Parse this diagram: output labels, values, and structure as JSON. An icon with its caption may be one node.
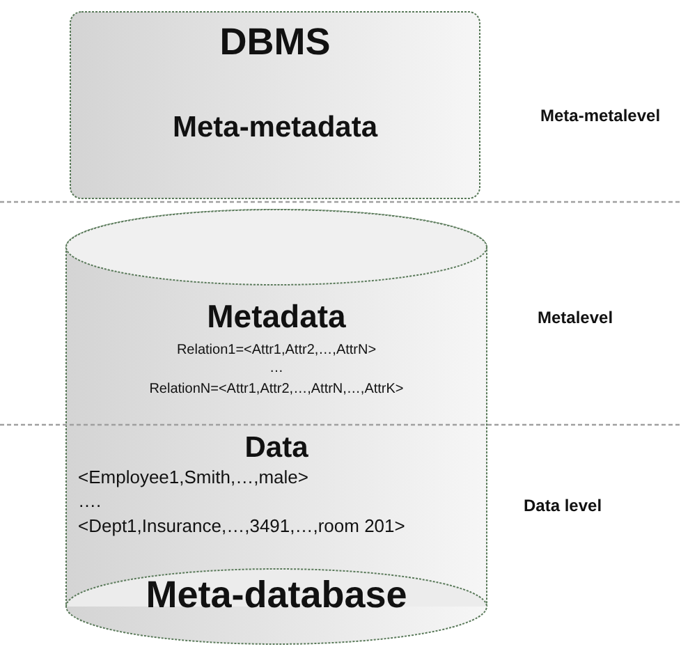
{
  "diagram": {
    "nodes": [
      {
        "text": [
          "DBMS",
          "Meta-metadata"
        ]
      },
      {
        "text": [
          "Metadata",
          "Relation1=<Attr1,Attr2,…,AttrN>",
          "…",
          "RelationN=<Attr1,Attr2,…,AttrN,…,AttrK>",
          "Data",
          "<Employee1,Smith,…,male>",
          "….",
          "<Dept1,Insurance,…,3491,…,room 201>",
          "Meta-database"
        ]
      }
    ],
    "labels": [
      "Meta-metalevel",
      "Metalevel",
      "Data level"
    ]
  }
}
